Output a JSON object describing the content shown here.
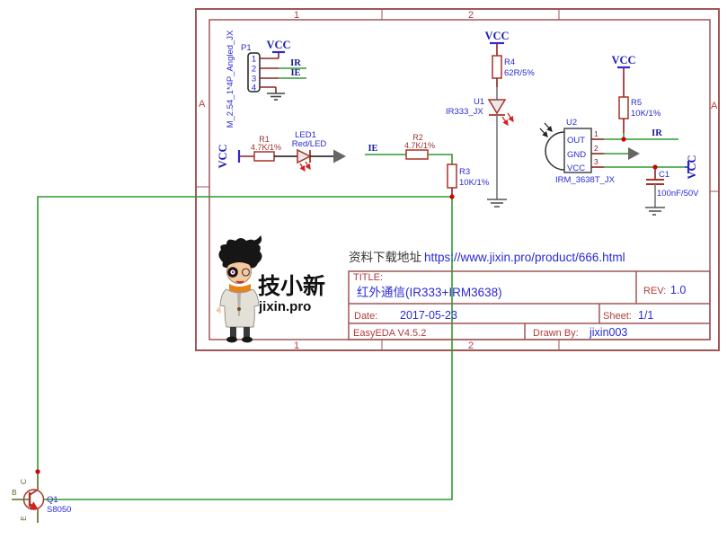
{
  "frame": {
    "col1": "1",
    "col2": "2",
    "row_left": "A",
    "row_right": "A"
  },
  "net_labels": {
    "vcc": "VCC",
    "ir": "IR",
    "ie": "IE"
  },
  "components": {
    "p1": {
      "ref": "P1",
      "footprint": "M_2.54_1*4P_Angled_JX",
      "pins": [
        "1",
        "2",
        "3",
        "4"
      ]
    },
    "r1": {
      "ref": "R1",
      "value": "4.7K/1%"
    },
    "led1": {
      "ref": "LED1",
      "value": "Red/LED"
    },
    "r2": {
      "ref": "R2",
      "value": "4.7K/1%"
    },
    "r3": {
      "ref": "R3",
      "value": "10K/1%"
    },
    "r4": {
      "ref": "R4",
      "value": "62R/5%"
    },
    "u1": {
      "ref": "U1",
      "value": "IR333_JX"
    },
    "r5": {
      "ref": "R5",
      "value": "10K/1%"
    },
    "u2": {
      "ref": "U2",
      "value": "IRM_3638T_JX",
      "pin_names": [
        "OUT",
        "GND",
        "VCC"
      ],
      "pin_numbers": [
        "1",
        "2",
        "3"
      ]
    },
    "c1": {
      "ref": "C1",
      "value": "100nF/50V"
    },
    "q1": {
      "ref": "Q1",
      "value": "S8050",
      "pin_b": "B",
      "pin_c": "C",
      "pin_e": "E"
    }
  },
  "branding": {
    "logo_text": "技小新",
    "logo_site": "jixin.pro"
  },
  "download_note": {
    "prefix": "资料下载地址",
    "url": "https://www.jixin.pro/product/666.html"
  },
  "title_block": {
    "title_label": "TITLE:",
    "title": "红外通信(IR333+IRM3638)",
    "rev_label": "REV:",
    "rev": "1.0",
    "date_label": "Date:",
    "date": "2017-05-23",
    "sheet_label": "Sheet:",
    "sheet": "1/1",
    "tool": "EasyEDA V4.5.2",
    "drawn_by_label": "Drawn By:",
    "drawn_by": "jixin003"
  },
  "colors": {
    "frame": "#a05656",
    "wire_green": "#2e9b2e",
    "lead_maroon": "#8e2323",
    "symbol_red": "#a93226",
    "text_blue": "#2a2ad4",
    "junction_red": "#d40000"
  }
}
